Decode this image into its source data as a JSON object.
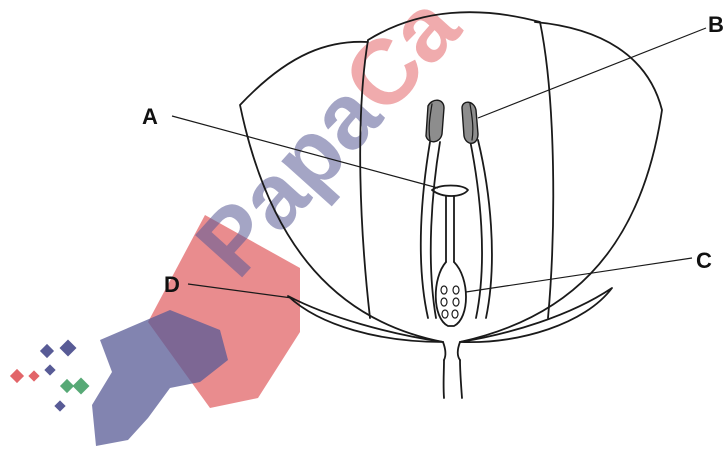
{
  "diagram": {
    "labels": {
      "a": "A",
      "b": "B",
      "c": "C",
      "d": "D"
    }
  },
  "watermark": {
    "text": "PapaCa",
    "colors": {
      "red": "#de4b4f",
      "navy": "#3c3f84",
      "green": "#3a9b5f"
    }
  },
  "colors": {
    "outline": "#1a1a1a",
    "anther_fill": "#8d8d8d",
    "background": "#ffffff"
  }
}
